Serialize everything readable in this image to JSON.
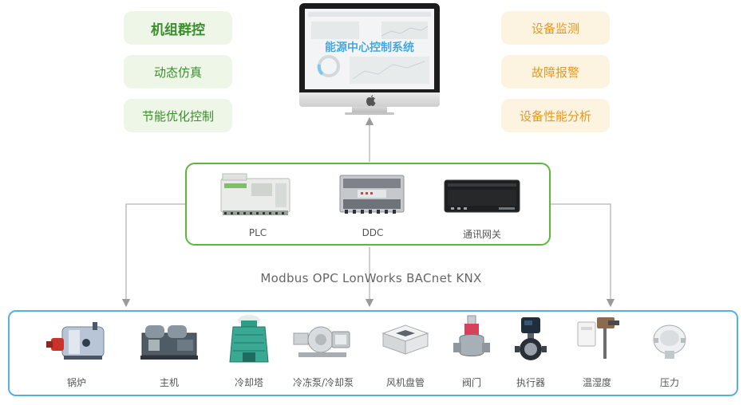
{
  "left_functions": [
    "机组群控",
    "动态仿真",
    "节能优化控制"
  ],
  "right_functions": [
    "设备监测",
    "故障报警",
    "设备性能分析"
  ],
  "monitor": {
    "screen_title": "能源中心控制系统",
    "logo_icon": "apple-logo-icon"
  },
  "controllers": [
    {
      "label": "PLC",
      "icon": "plc-controller-icon"
    },
    {
      "label": "DDC",
      "icon": "ddc-controller-icon"
    },
    {
      "label": "通讯网关",
      "icon": "gateway-device-icon"
    }
  ],
  "protocols": "Modbus  OPC LonWorks BACnet  KNX",
  "devices": [
    {
      "label": "锅炉",
      "icon": "boiler-icon"
    },
    {
      "label": "主机",
      "icon": "chiller-icon"
    },
    {
      "label": "冷却塔",
      "icon": "cooling-tower-icon"
    },
    {
      "label": "冷冻泵/冷却泵",
      "icon": "pump-icon"
    },
    {
      "label": "风机盘管",
      "icon": "fan-coil-icon"
    },
    {
      "label": "阀门",
      "icon": "valve-icon"
    },
    {
      "label": "执行器",
      "icon": "actuator-icon"
    },
    {
      "label": "温湿度",
      "icon": "temperature-humidity-sensor-icon"
    },
    {
      "label": "压力",
      "icon": "pressure-sensor-icon"
    }
  ],
  "colors": {
    "green_border": "#5cb83b",
    "blue_border": "#56b0e4",
    "left_pill_bg": "#eef6e8",
    "left_pill_text": "#3a8e2b",
    "right_pill_bg": "#fdf3e1",
    "right_pill_text": "#e39a1f"
  }
}
